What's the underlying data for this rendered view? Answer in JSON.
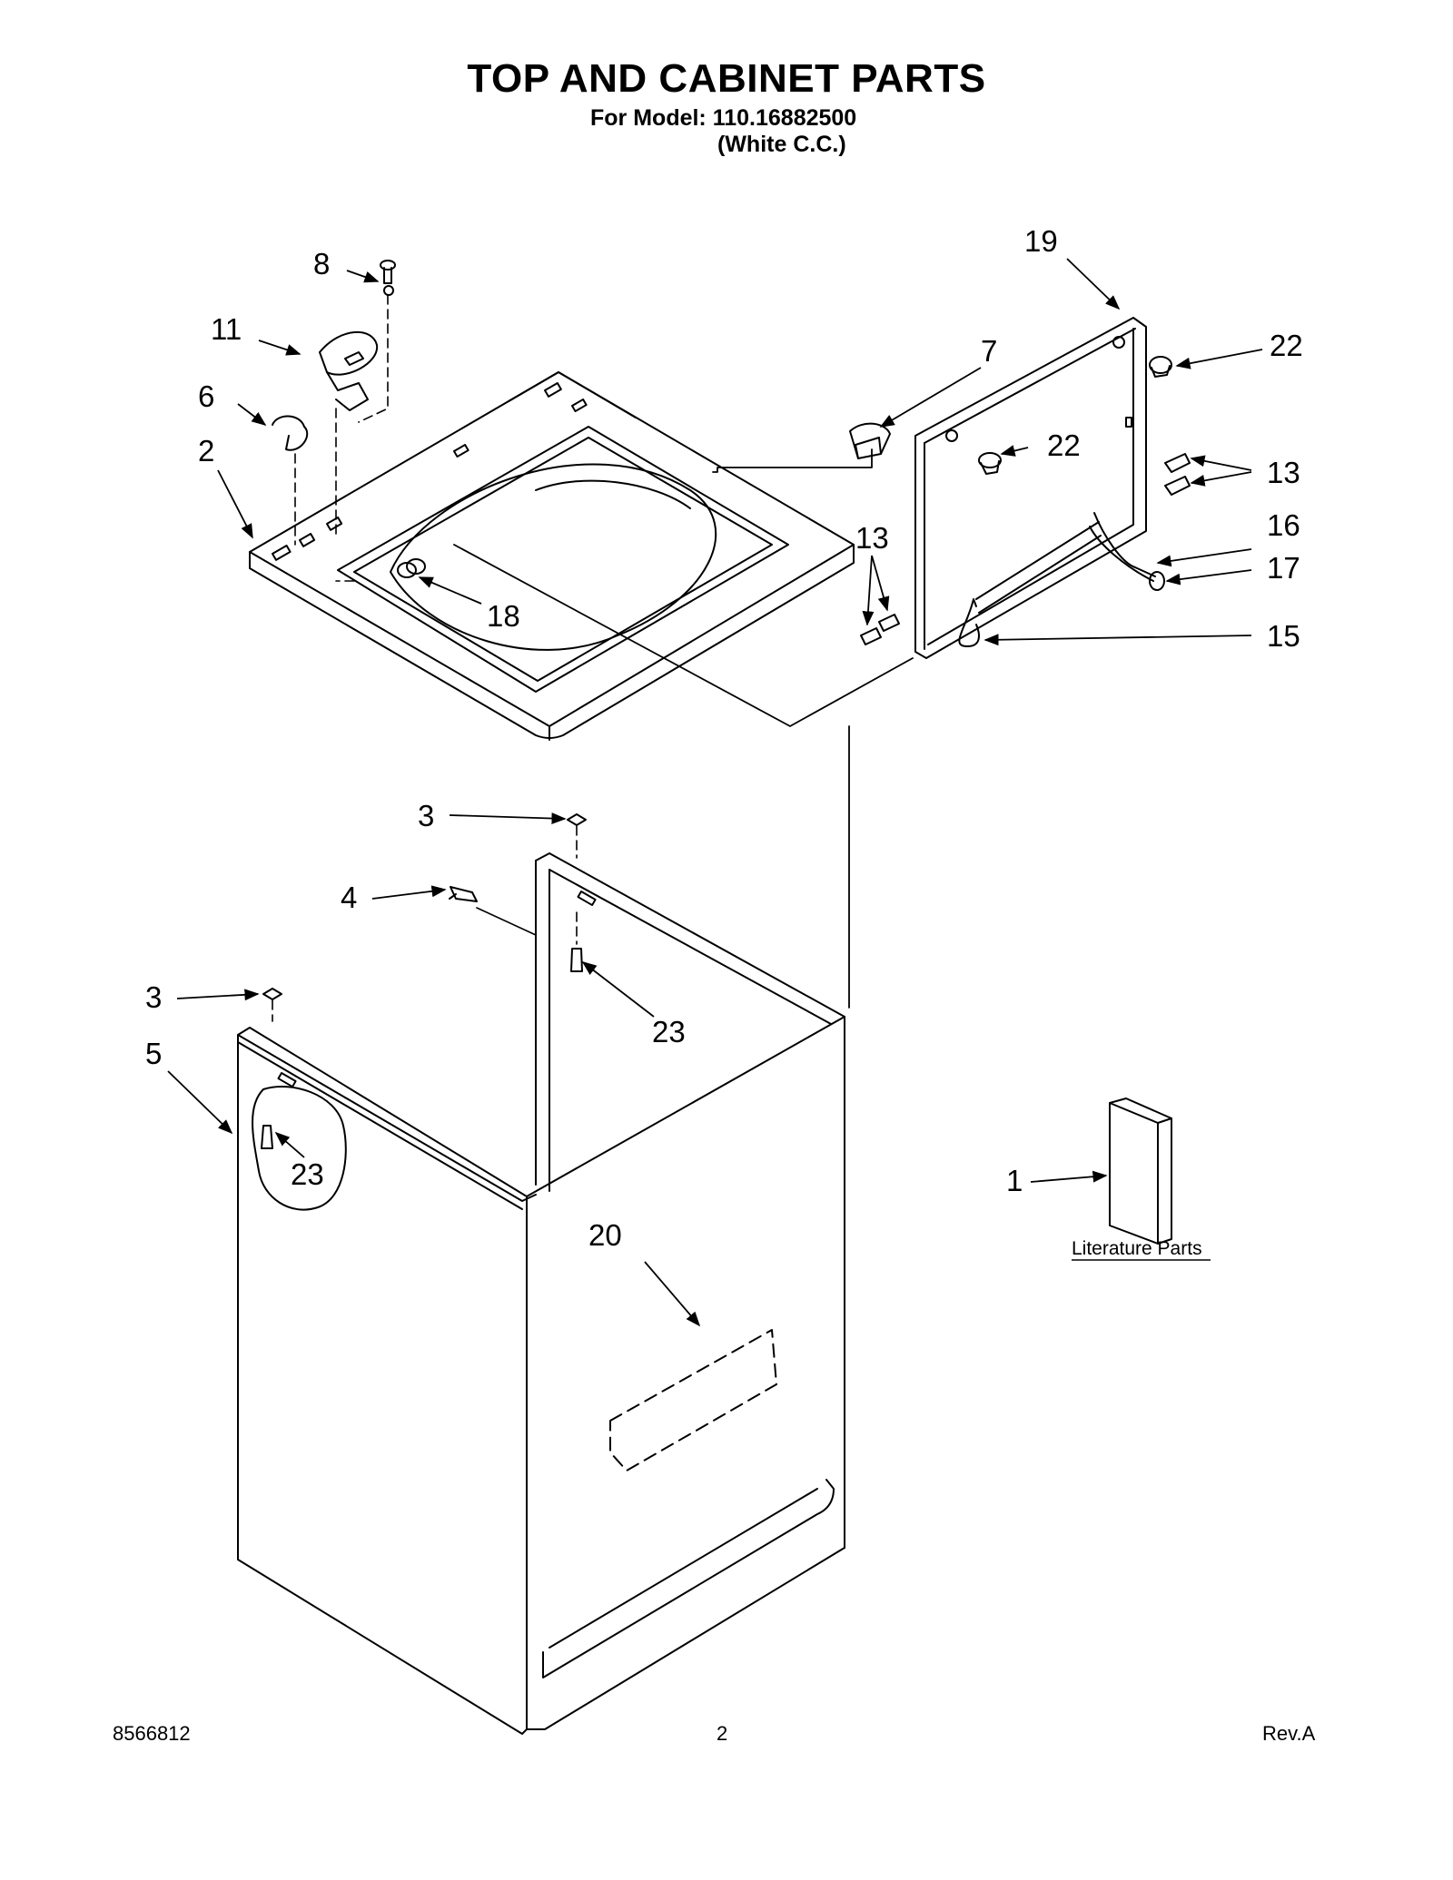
{
  "header": {
    "title": "TOP AND CABINET PARTS",
    "model_line": "For Model: 110.16882500",
    "color_line": "(White C.C.)"
  },
  "callouts": [
    {
      "id": "c8",
      "label": "8"
    },
    {
      "id": "c11",
      "label": "11"
    },
    {
      "id": "c6",
      "label": "6"
    },
    {
      "id": "c2",
      "label": "2"
    },
    {
      "id": "c18",
      "label": "18"
    },
    {
      "id": "c7",
      "label": "7"
    },
    {
      "id": "c19",
      "label": "19"
    },
    {
      "id": "c22a",
      "label": "22"
    },
    {
      "id": "c22b",
      "label": "22"
    },
    {
      "id": "c13a",
      "label": "13"
    },
    {
      "id": "c13b",
      "label": "13"
    },
    {
      "id": "c16",
      "label": "16"
    },
    {
      "id": "c17",
      "label": "17"
    },
    {
      "id": "c15",
      "label": "15"
    },
    {
      "id": "c3a",
      "label": "3"
    },
    {
      "id": "c4",
      "label": "4"
    },
    {
      "id": "c23a",
      "label": "23"
    },
    {
      "id": "c3b",
      "label": "3"
    },
    {
      "id": "c5",
      "label": "5"
    },
    {
      "id": "c23b",
      "label": "23"
    },
    {
      "id": "c1",
      "label": "1"
    },
    {
      "id": "c20",
      "label": "20"
    }
  ],
  "literature_label": "Literature Parts",
  "footer": {
    "doc_number": "8566812",
    "page_number": "2",
    "revision": "Rev.A"
  }
}
